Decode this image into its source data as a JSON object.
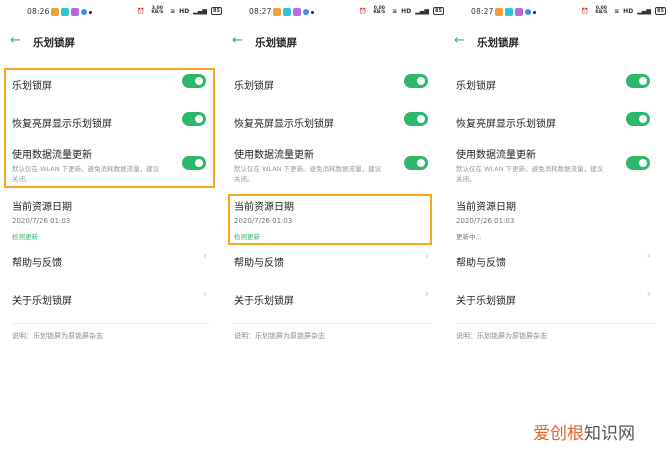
{
  "screens": [
    {
      "status": {
        "time": "08:26",
        "speed": "3.00 KB/S",
        "network": "HD",
        "battery": "85"
      },
      "appbar": {
        "back_icon": "back-arrow-icon",
        "title": "乐划锁屏"
      },
      "settings": [
        {
          "label": "乐划锁屏",
          "toggle": "on"
        },
        {
          "label": "恢复亮屏显示乐划锁屏",
          "toggle": "on"
        },
        {
          "label": "使用数据流量更新",
          "sublabel": "默认仅在 WLAN 下更新。避免消耗数据流量，建议关闭。",
          "toggle": "on"
        }
      ],
      "resource": {
        "label": "当前资源日期",
        "date": "2020/7/26 01:03",
        "action": "检测更新"
      },
      "help": {
        "label": "帮助与反馈"
      },
      "about": {
        "label": "关于乐划锁屏"
      },
      "note": "说明：乐划锁屏为原锁屏杂志"
    },
    {
      "status": {
        "time": "08:27",
        "speed": "0.00 KB/S",
        "network": "HD",
        "battery": "85"
      },
      "appbar": {
        "back_icon": "back-arrow-icon",
        "title": "乐划锁屏"
      },
      "settings": [
        {
          "label": "乐划锁屏",
          "toggle": "on"
        },
        {
          "label": "恢复亮屏显示乐划锁屏",
          "toggle": "on"
        },
        {
          "label": "使用数据流量更新",
          "sublabel": "默认仅在 WLAN 下更新。避免消耗数据流量，建议关闭。",
          "toggle": "on"
        }
      ],
      "resource": {
        "label": "当前资源日期",
        "date": "2020/7/26 01:03",
        "action": "检测更新"
      },
      "help": {
        "label": "帮助与反馈"
      },
      "about": {
        "label": "关于乐划锁屏"
      },
      "note": "说明：乐划锁屏为原锁屏杂志"
    },
    {
      "status": {
        "time": "08:27",
        "speed": "0.00 KB/S",
        "network": "HD",
        "battery": "85"
      },
      "appbar": {
        "back_icon": "back-arrow-icon",
        "title": "乐划锁屏"
      },
      "settings": [
        {
          "label": "乐划锁屏",
          "toggle": "on"
        },
        {
          "label": "恢复亮屏显示乐划锁屏",
          "toggle": "on"
        },
        {
          "label": "使用数据流量更新",
          "sublabel": "默认仅在 WLAN 下更新。避免消耗数据流量，建议关闭。",
          "toggle": "on"
        }
      ],
      "resource": {
        "label": "当前资源日期",
        "date": "2020/7/26 01:03",
        "action": "更新中..."
      },
      "help": {
        "label": "帮助与反馈"
      },
      "about": {
        "label": "关于乐划锁屏"
      },
      "note": "说明：乐划锁屏为原锁屏杂志"
    }
  ],
  "highlights": {
    "screen1": "settings-toggles",
    "screen2": "resource-date"
  },
  "colors": {
    "accent": "#2db76a",
    "highlight": "#f5a623",
    "watermark": "#e0652a"
  },
  "watermark": {
    "part1": "爱创根",
    "part2": "知识网"
  },
  "chevron": "›",
  "back_arrow": "←"
}
